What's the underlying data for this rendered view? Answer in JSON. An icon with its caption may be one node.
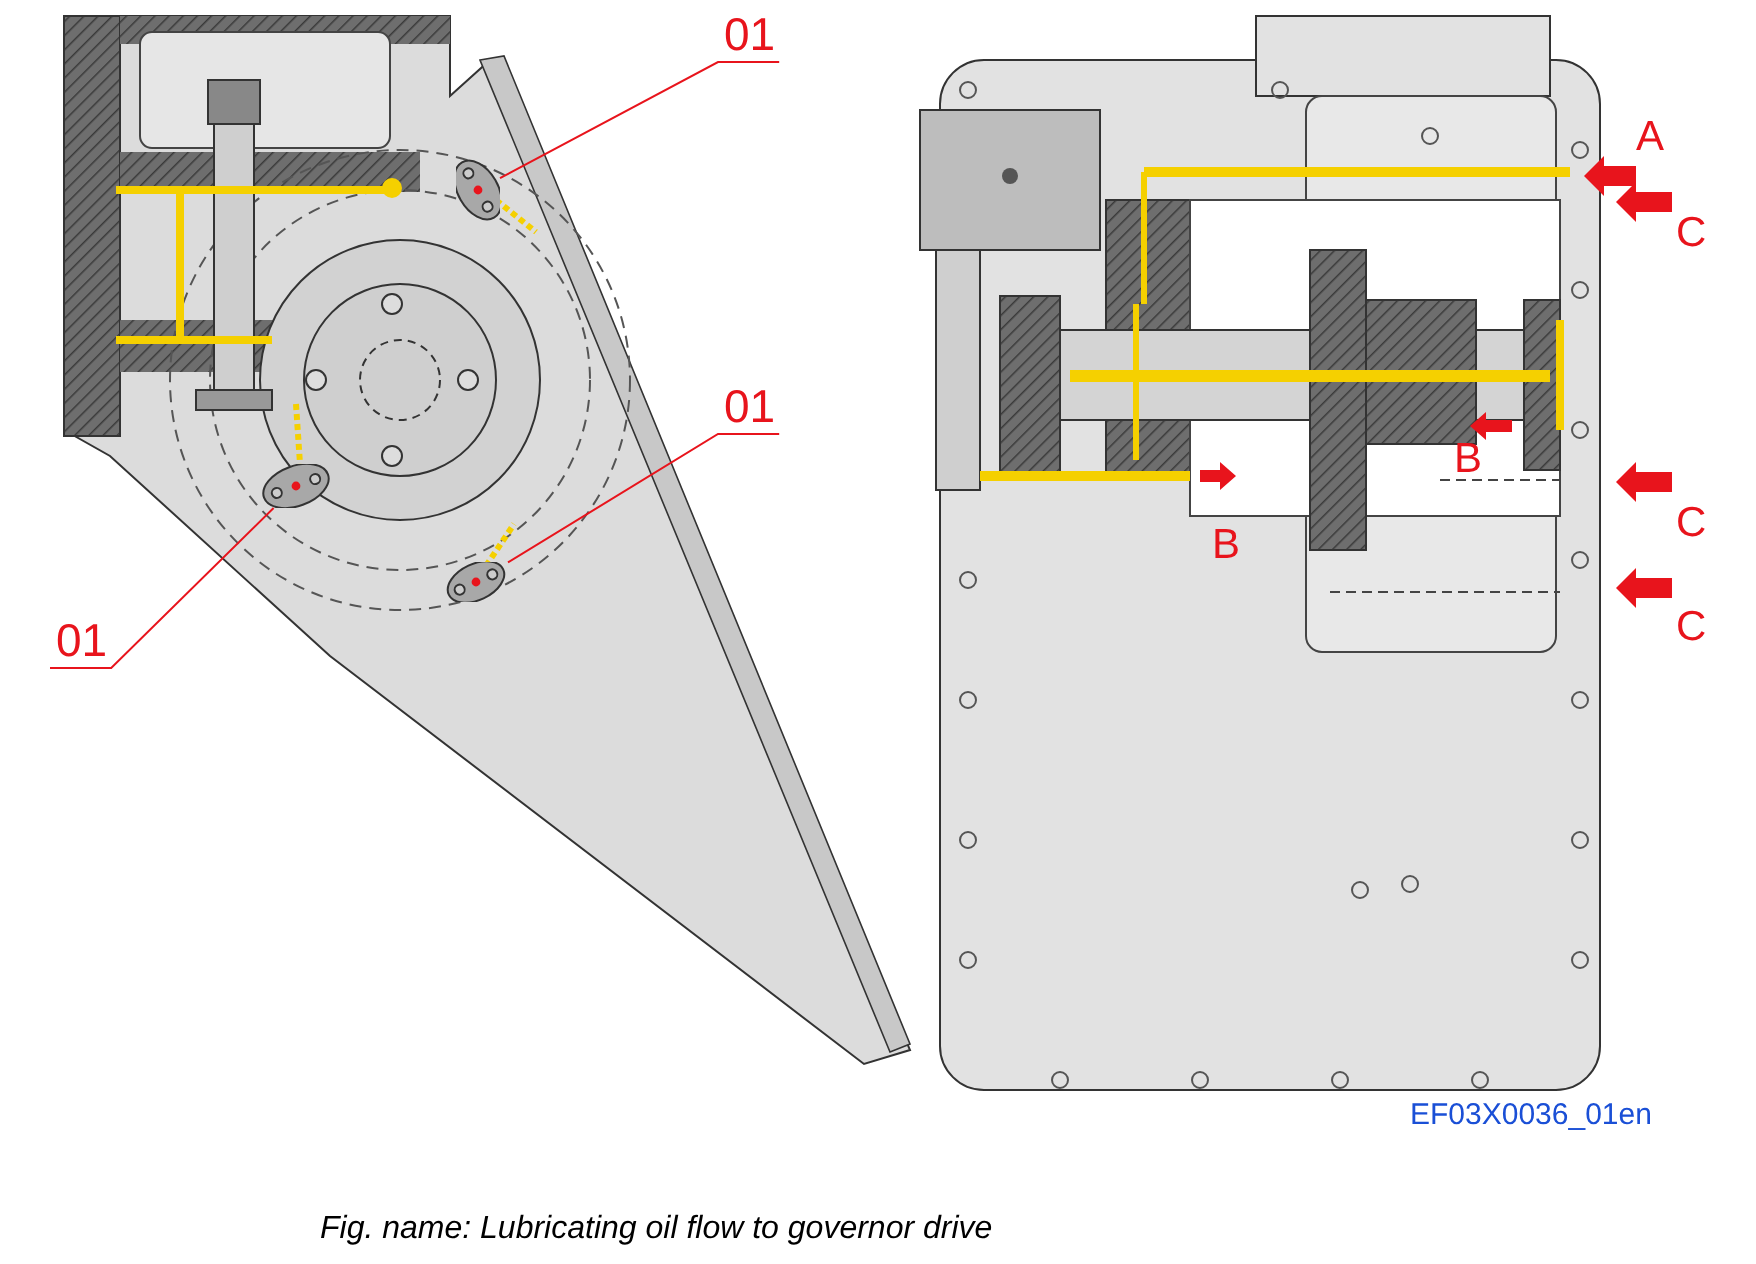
{
  "diagram": {
    "caption": "Fig. name: Lubricating oil flow to governor drive",
    "nodes": [
      {
        "text": [
          "01"
        ]
      },
      {
        "text": [
          "01"
        ]
      },
      {
        "text": [
          "01"
        ]
      },
      {
        "text": [],
        "shape": "picture"
      },
      {
        "text": [],
        "shape": "picture"
      },
      {
        "text": [],
        "shape": "picture"
      }
    ],
    "edges": [
      {
        "from": 0,
        "to": 3,
        "arrow": "none"
      },
      {
        "from": 1,
        "to": 5,
        "arrow": "none"
      },
      {
        "from": 2,
        "to": 4,
        "arrow": "none"
      }
    ],
    "labels": [
      "A",
      "C",
      "B",
      "B",
      "C",
      "C",
      "EF03X0036_01en"
    ]
  }
}
